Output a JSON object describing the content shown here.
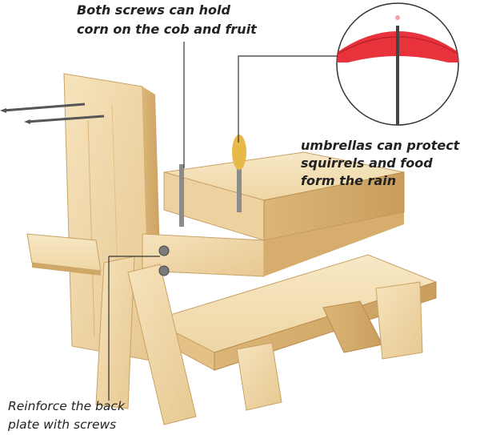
{
  "annotations": {
    "screws": {
      "line1": "Both screws can hold",
      "line2": "corn on the cob and fruit"
    },
    "umbrella": {
      "line1": "umbrellas can protect",
      "line2": "squirrels and food",
      "line3": "form the rain"
    },
    "back_plate": {
      "line1": "Reinforce the back",
      "line2": "plate with screws"
    }
  },
  "colors": {
    "wood_light": "#f3ddb3",
    "wood_mid": "#e8c991",
    "wood_dark": "#cfa766",
    "umbrella_red": "#e8323c",
    "leader_line": "#333333"
  }
}
